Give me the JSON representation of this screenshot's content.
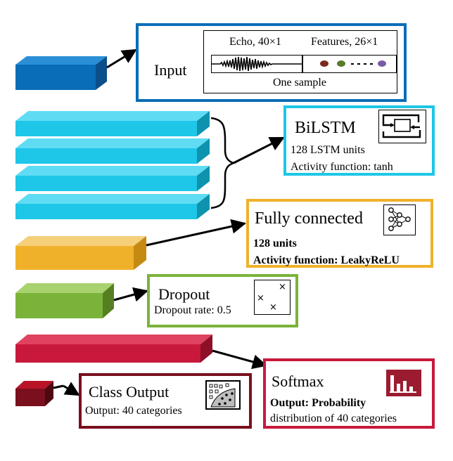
{
  "colors": {
    "input": "#0a6db7",
    "bilstm": "#1ec6e8",
    "fully_connected": "#f0b12a",
    "dropout": "#7bb33a",
    "softmax": "#c8193c",
    "class_output": "#7a0f1d"
  },
  "input_box": {
    "title": "Input",
    "echo_label": "Echo, 40×1",
    "features_label": "Features, 26×1",
    "feature_dots": [
      "#7a2a1e",
      "#5a7a2c",
      "#7b5aa6"
    ],
    "sample_label": "One sample"
  },
  "bilstm_box": {
    "title": "BiLSTM",
    "line1": "128 LSTM units",
    "line2": "Activity function: tanh",
    "icon": "bilstm-cell-icon"
  },
  "fc_box": {
    "title": "Fully connected",
    "line1": "128 units",
    "line2": "Activity function: LeakyReLU",
    "icon": "neural-network-icon"
  },
  "dropout_box": {
    "title": "Dropout",
    "line1": "Dropout rate: 0.5",
    "icon": "dropout-points-icon"
  },
  "softmax_box": {
    "title": "Softmax",
    "line1": "Output: Probability",
    "line2": "distribution of 40 categories",
    "icon": "bar-chart-icon"
  },
  "class_output_box": {
    "title": "Class Output",
    "line1": "Output: 40 categories",
    "icon": "classification-scatter-icon"
  }
}
